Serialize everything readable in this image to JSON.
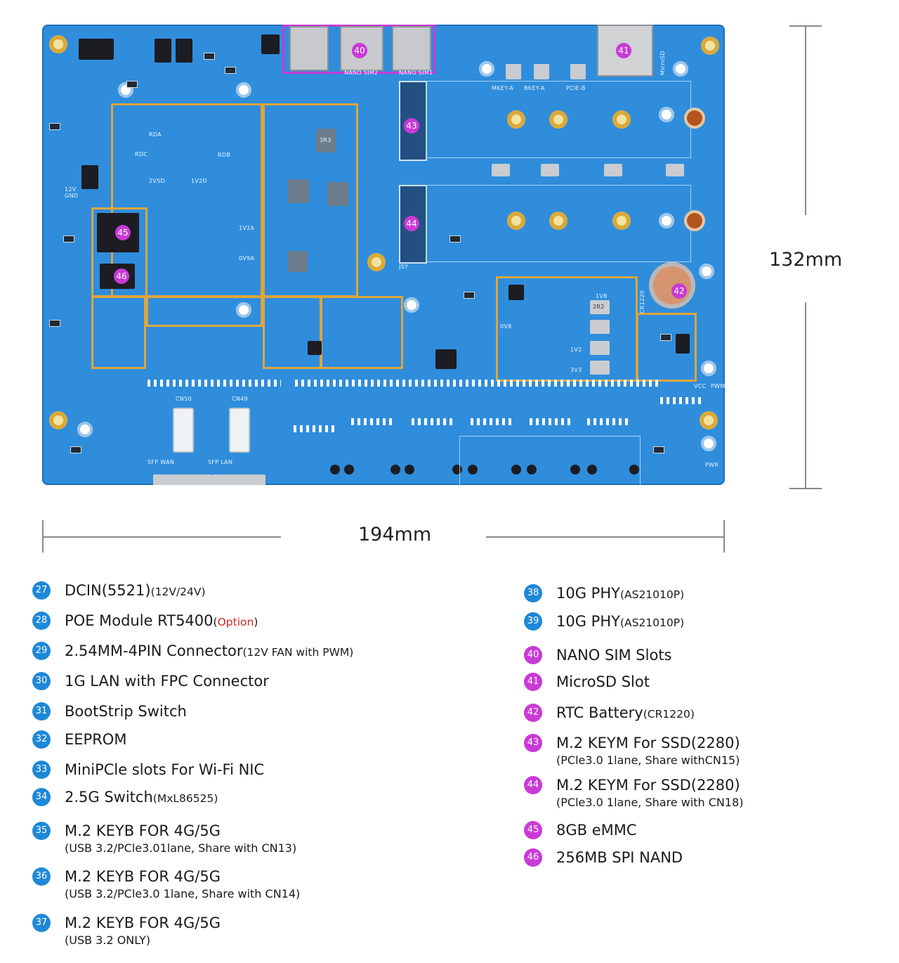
{
  "dimensions": {
    "height": "132mm",
    "width": "194mm"
  },
  "board": {
    "callouts": [
      {
        "id": "40"
      },
      {
        "id": "41"
      },
      {
        "id": "42"
      },
      {
        "id": "43"
      },
      {
        "id": "44"
      },
      {
        "id": "45"
      },
      {
        "id": "46"
      }
    ],
    "silkscreen": {
      "nano_sim2": "NANO SIM2",
      "nano_sim1": "NANO SIM1",
      "mkey_a": "MKEY-A",
      "bkey_a": "BKEY-A",
      "pcie_b": "PCIE-B",
      "microsd": "MicroSD",
      "cn50": "CN50",
      "cn49": "CN49",
      "sfp_wan": "SFP WAN",
      "sfp_lan": "SFP LAN",
      "jsy": "JSY",
      "pwr": "PWR",
      "vcc": "VCC",
      "pwm": "PWM",
      "gnd_12v": "12V GND",
      "ov9a": "0V9A",
      "ov8": "0V8",
      "cr1220": "CR1220",
      "r3r3": "3R3",
      "r1v8": "1V8",
      "r2v5d": "2V5D",
      "r1v2d": "1V2D",
      "r1v2a": "1V2A",
      "r3v3": "3V3",
      "r1v2": "1V2",
      "rda": "RDA",
      "rdb": "RDB",
      "rdc": "RDC",
      "r2r2": "2R2"
    }
  },
  "legend_left": [
    {
      "num": "27",
      "text": "DCIN(5521)",
      "small": "(12V/24V)",
      "sub": ""
    },
    {
      "num": "28",
      "text": "POE Module RT5400",
      "small_open": "(",
      "small_red": "Option",
      "small_close": ")",
      "sub": ""
    },
    {
      "num": "29",
      "text": "2.54MM-4PIN Connector",
      "small": "(12V FAN with PWM)",
      "sub": ""
    },
    {
      "num": "30",
      "text": "1G LAN with FPC Connector",
      "small": "",
      "sub": ""
    },
    {
      "num": "31",
      "text": "BootStrip Switch",
      "small": "",
      "sub": ""
    },
    {
      "num": "32",
      "text": "EEPROM",
      "small": "",
      "sub": ""
    },
    {
      "num": "33",
      "text": "MiniPCle slots For Wi-Fi NIC",
      "small": "",
      "sub": ""
    },
    {
      "num": "34",
      "text": "2.5G Switch",
      "small": "(MxL86525)",
      "sub": ""
    },
    {
      "num": "35",
      "text": "M.2 KEYB FOR 4G/5G",
      "small": "",
      "sub": "(USB 3.2/PCle3.01lane, Share with CN13)"
    },
    {
      "num": "36",
      "text": "M.2 KEYB FOR 4G/5G",
      "small": "",
      "sub": "(USB 3.2/PCle3.0 1lane, Share with CN14)"
    },
    {
      "num": "37",
      "text": "M.2 KEYB FOR 4G/5G",
      "small": "",
      "sub": "(USB 3.2 ONLY)"
    }
  ],
  "legend_right": [
    {
      "num": "38",
      "text": "10G PHY",
      "small": "(AS21010P)",
      "sub": ""
    },
    {
      "num": "39",
      "text": "10G PHY",
      "small": "(AS21010P)",
      "sub": ""
    },
    {
      "num": "40",
      "text": "NANO SIM Slots",
      "small": "",
      "sub": ""
    },
    {
      "num": "41",
      "text": "MicroSD Slot",
      "small": "",
      "sub": ""
    },
    {
      "num": "42",
      "text": "RTC Battery",
      "small": "(CR1220)",
      "sub": ""
    },
    {
      "num": "43",
      "text": "M.2 KEYM For SSD(2280)",
      "small": "",
      "sub": "(PCle3.0 1lane, Share withCN15)"
    },
    {
      "num": "44",
      "text": "M.2 KEYM For SSD(2280)",
      "small": "",
      "sub": "(PCle3.0 1lane, Share with CN18)"
    },
    {
      "num": "45",
      "text": "8GB eMMC",
      "small": "",
      "sub": ""
    },
    {
      "num": "46",
      "text": "256MB SPI NAND",
      "small": "",
      "sub": ""
    }
  ],
  "colors": {
    "board_blue": "#2f8ddc",
    "zone_outline": "#e0a53a",
    "num_blue": "#1e88d8",
    "num_purple": "#c93ad6",
    "option_red": "#d32222"
  }
}
